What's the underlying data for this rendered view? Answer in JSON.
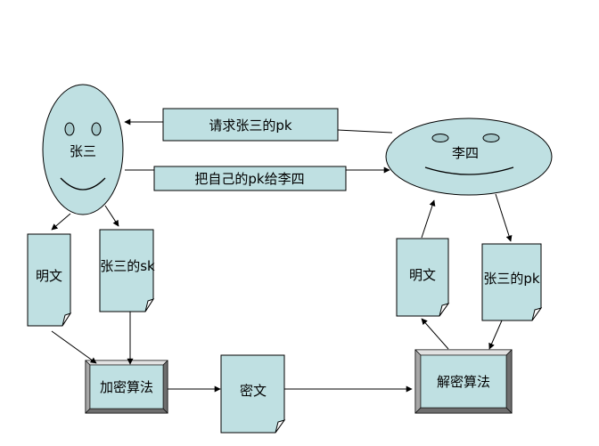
{
  "diagram": {
    "zhangsan_label": "张三",
    "lisi_label": "李四",
    "request_pk_label": "请求张三的pk",
    "send_pk_label": "把自己的pk给李四",
    "plaintext_left_label": "明文",
    "zhangsan_sk_label": "张三的sk",
    "encrypt_label": "加密算法",
    "ciphertext_label": "密文",
    "decrypt_label": "解密算法",
    "plaintext_right_label": "明文",
    "zhangsan_pk_label": "张三的pk"
  },
  "colors": {
    "fill": "#bfe0e2",
    "stroke": "#000000",
    "bevel_light": "#e2e2e2",
    "bevel_dark": "#6e6e6e",
    "bevel_mid": "#a7a7a7"
  }
}
